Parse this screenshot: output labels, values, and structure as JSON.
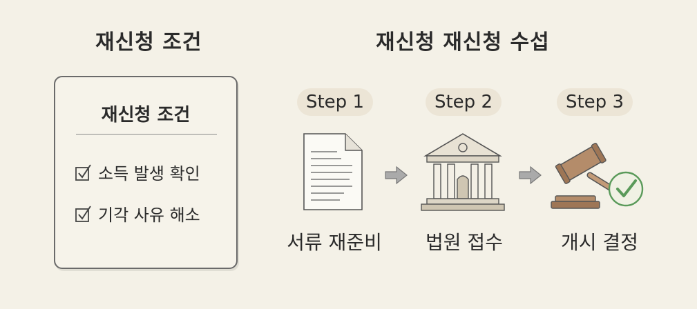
{
  "left_heading": "재신청 조건",
  "right_heading": "재신청 재신청 수섭",
  "conditions_card": {
    "title": "재신청 조건",
    "items": [
      "소득 발생 확인",
      "기각 사유 해소"
    ]
  },
  "steps": [
    {
      "badge": "Step 1",
      "label": "서류 재준비",
      "icon": "document-icon"
    },
    {
      "badge": "Step 2",
      "label": "법원 접수",
      "icon": "courthouse-icon"
    },
    {
      "badge": "Step 3",
      "label": "개시 결정",
      "icon": "gavel-check-icon"
    }
  ],
  "colors": {
    "background": "#f4f1e7",
    "badge": "#ece5d6",
    "check_green": "#5a9a5a"
  }
}
